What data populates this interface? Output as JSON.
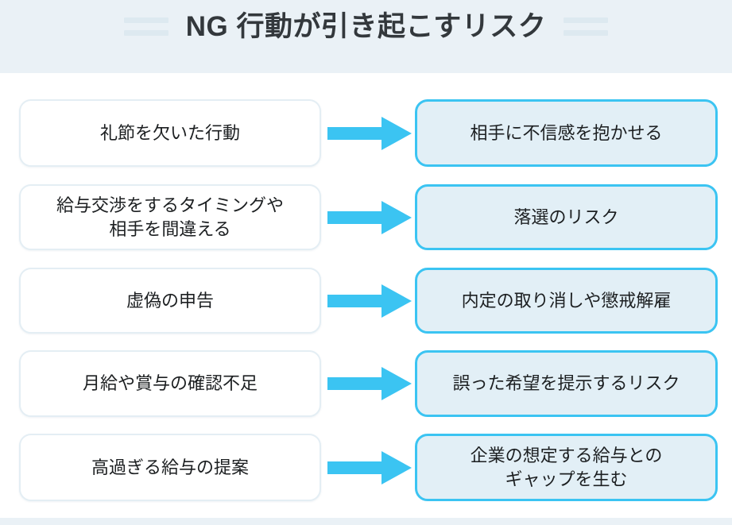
{
  "header": {
    "title": "NG 行動が引き起こすリスク",
    "decoration_icon": "double-dash-icon",
    "background_color": "#eaf1f6",
    "title_color": "#33383c",
    "decoration_color": "#dde9f0"
  },
  "colors": {
    "arrow": "#3bc4f2",
    "right_box_fill": "#e2eff6",
    "right_box_border": "#3bc4f2",
    "left_box_fill": "#ffffff",
    "left_box_border": "#e4eef4",
    "page_background": "#ffffff",
    "footer_band": "#eaf1f6"
  },
  "flow": {
    "arrow_icon": "right-arrow-icon",
    "rows": [
      {
        "cause": "礼節を欠いた行動",
        "effect": "相手に不信感を抱かせる"
      },
      {
        "cause": "給与交渉をするタイミングや\n相手を間違える",
        "effect": "落選のリスク"
      },
      {
        "cause": "虚偽の申告",
        "effect": "内定の取り消しや懲戒解雇"
      },
      {
        "cause": "月給や賞与の確認不足",
        "effect": "誤った希望を提示するリスク"
      },
      {
        "cause": "高過ぎる給与の提案",
        "effect": "企業の想定する給与との\nギャップを生む"
      }
    ]
  }
}
